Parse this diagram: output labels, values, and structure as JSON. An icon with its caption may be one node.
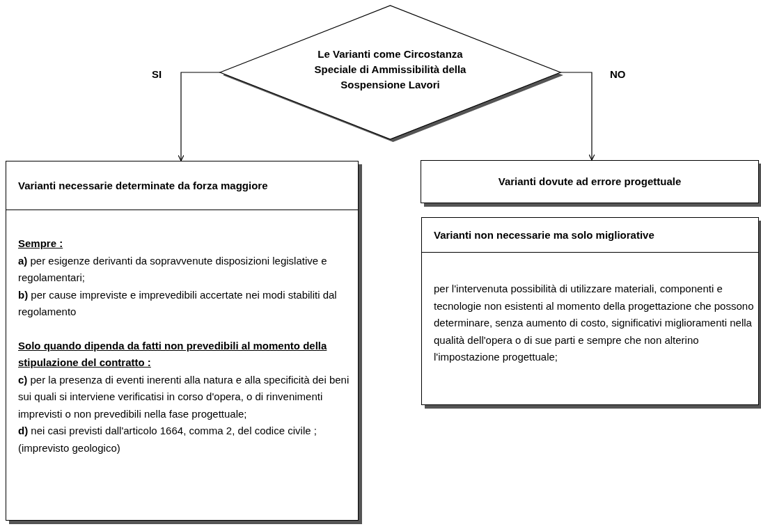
{
  "diagram": {
    "nodes": [
      {
        "text": [
          "Le Varianti come Circostanza Speciale di Ammissibilità della Sospensione Lavori"
        ]
      },
      {
        "text": [
          "Varianti necessarie determinate da forza maggiore",
          "Sempre :",
          "**a)** per esigenze derivanti da sopravvenute disposizioni legislative e regolamentari;",
          "**b)** per cause impreviste e imprevedibili accertate nei modi stabiliti dal regolamento",
          "Solo quando dipenda da fatti non prevedibili al momento della stipulazione del contratto :",
          "**c)** per la presenza di eventi inerenti alla natura e alla specificità dei beni",
          "sui quali si interviene verificatisi in corso d'opera, o di rinvenimenti imprevisti o non prevedibili nella fase progettuale;",
          "**d)** nei casi previsti dall'articolo 1664, comma 2, del codice civile ;",
          "(imprevisto geologico)"
        ]
      },
      {
        "text": [
          "Varianti dovute ad errore progettuale"
        ]
      },
      {
        "text": [
          "Varianti non necessarie ma solo migliorative",
          "per l'intervenuta possibilità di utilizzare materiali, componenti e tecnologie non esistenti al momento della progettazione che possono determinare, senza aumento di costo, significativi miglioramenti nella qualità dell'opera o di sue parti e sempre che non alterino l'impostazione progettuale;"
        ]
      }
    ],
    "edges": [
      {
        "from": 0,
        "to": 1,
        "arrow": "to",
        "label": "SI"
      },
      {
        "from": 0,
        "to": 2,
        "arrow": "to",
        "label": "NO"
      }
    ]
  }
}
